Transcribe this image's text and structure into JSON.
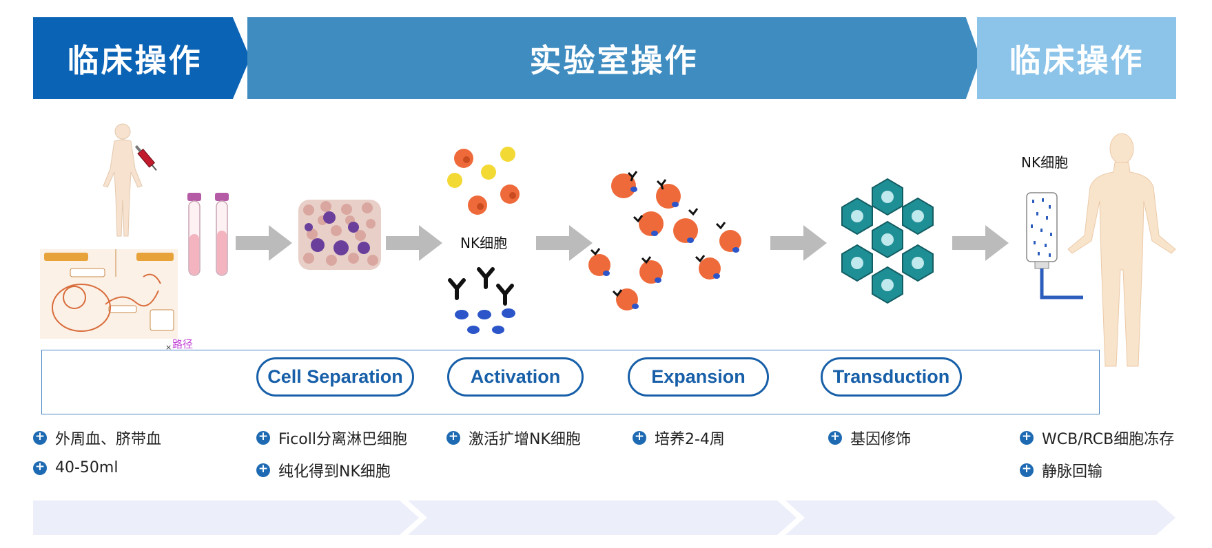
{
  "header": {
    "left": "临床操作",
    "middle": "实验室操作",
    "right": "临床操作"
  },
  "labels": {
    "nk_middle": "NK细胞",
    "nk_right": "NK细胞",
    "route": "路径"
  },
  "steps": [
    {
      "label": "Cell Separation"
    },
    {
      "label": "Activation"
    },
    {
      "label": "Expansion"
    },
    {
      "label": "Transduction"
    }
  ],
  "columns": [
    {
      "items": [
        "外周血、脐带血",
        "40-50ml"
      ]
    },
    {
      "items": [
        "Ficoll分离淋巴细胞",
        "纯化得到NK细胞"
      ]
    },
    {
      "items": [
        "激活扩增NK细胞"
      ]
    },
    {
      "items": [
        "培养2-4周"
      ]
    },
    {
      "items": [
        "基因修饰"
      ]
    },
    {
      "items": [
        "WCB/RCB细胞冻存",
        "静脉回输"
      ]
    }
  ],
  "colors": {
    "dark_blue": "#0b63b5",
    "mid_blue": "#3f8cc1",
    "light_blue": "#8bc3e9",
    "pill_blue": "#175fa8",
    "bottom_bar": "#eceefa"
  }
}
